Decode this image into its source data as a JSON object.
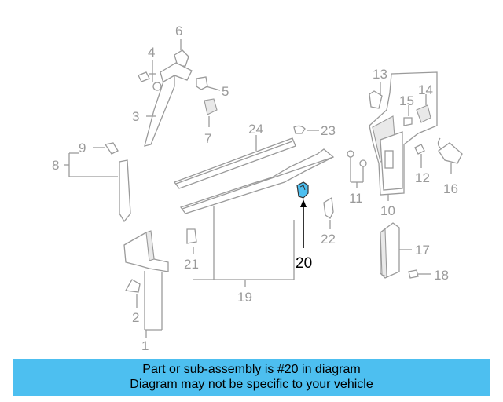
{
  "colors": {
    "highlight": "#4dbff0",
    "line": "#9a9a9a",
    "banner": "#4dbff0"
  },
  "diagram": {
    "callouts": {
      "c1": "1",
      "c2": "2",
      "c3": "3",
      "c4": "4",
      "c5": "5",
      "c6": "6",
      "c7": "7",
      "c8": "8",
      "c9": "9",
      "c10": "10",
      "c11": "11",
      "c12": "12",
      "c13": "13",
      "c14": "14",
      "c15": "15",
      "c16": "16",
      "c17": "17",
      "c18": "18",
      "c19": "19",
      "c20": "20",
      "c21": "21",
      "c22": "22",
      "c23": "23",
      "c24": "24"
    },
    "highlighted_part": "20"
  },
  "caption": {
    "line1": "Part or sub-assembly is #20 in diagram",
    "line2": "Diagram may not be specific to your vehicle"
  }
}
